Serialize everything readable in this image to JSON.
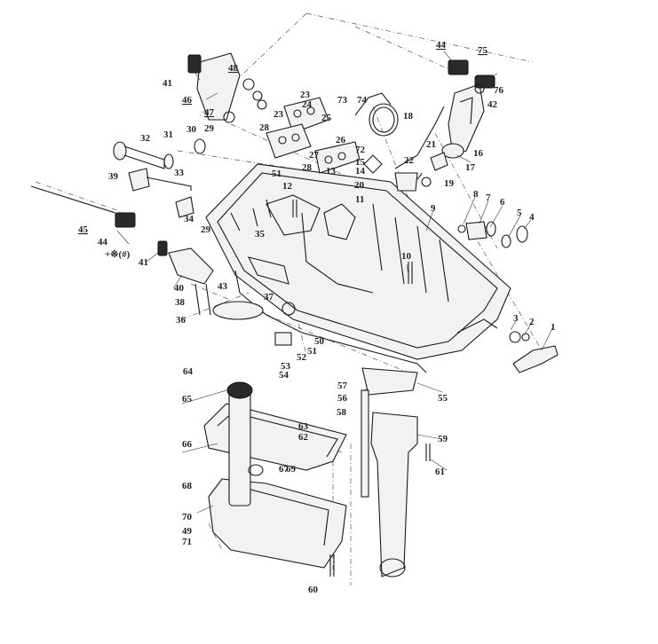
{
  "labels": [
    {
      "n": "1",
      "u": false
    },
    {
      "n": "2",
      "u": false
    },
    {
      "n": "3",
      "u": false
    },
    {
      "n": "4",
      "u": false
    },
    {
      "n": "5",
      "u": false
    },
    {
      "n": "6",
      "u": false
    },
    {
      "n": "7",
      "u": false
    },
    {
      "n": "8",
      "u": false
    },
    {
      "n": "9",
      "u": false
    },
    {
      "n": "10",
      "u": false
    },
    {
      "n": "11",
      "u": false
    },
    {
      "n": "12",
      "u": false
    },
    {
      "n": "13",
      "u": false
    },
    {
      "n": "14",
      "u": false
    },
    {
      "n": "15",
      "u": false
    },
    {
      "n": "16",
      "u": false
    },
    {
      "n": "17",
      "u": false
    },
    {
      "n": "18",
      "u": false
    },
    {
      "n": "19",
      "u": false
    },
    {
      "n": "20",
      "u": false
    },
    {
      "n": "21",
      "u": false
    },
    {
      "n": "22",
      "u": false
    },
    {
      "n": "23",
      "u": false
    },
    {
      "n": "23",
      "u": false
    },
    {
      "n": "24",
      "u": false
    },
    {
      "n": "25",
      "u": false
    },
    {
      "n": "26",
      "u": false
    },
    {
      "n": "27",
      "u": false
    },
    {
      "n": "28",
      "u": false
    },
    {
      "n": "28",
      "u": false
    },
    {
      "n": "29",
      "u": false
    },
    {
      "n": "29",
      "u": false
    },
    {
      "n": "30",
      "u": false
    },
    {
      "n": "31",
      "u": false
    },
    {
      "n": "32",
      "u": false
    },
    {
      "n": "33",
      "u": false
    },
    {
      "n": "34",
      "u": false
    },
    {
      "n": "35",
      "u": false
    },
    {
      "n": "36",
      "u": false
    },
    {
      "n": "37",
      "u": false
    },
    {
      "n": "38",
      "u": false
    },
    {
      "n": "39",
      "u": false
    },
    {
      "n": "40",
      "u": false
    },
    {
      "n": "41",
      "u": false
    },
    {
      "n": "41",
      "u": false
    },
    {
      "n": "42",
      "u": false
    },
    {
      "n": "43",
      "u": false
    },
    {
      "n": "44",
      "u": true
    },
    {
      "n": "44",
      "u": false
    },
    {
      "n": "45",
      "u": true
    },
    {
      "n": "46",
      "u": true
    },
    {
      "n": "47",
      "u": true
    },
    {
      "n": "48",
      "u": true
    },
    {
      "n": "49",
      "u": false
    },
    {
      "n": "50",
      "u": false
    },
    {
      "n": "51",
      "u": false
    },
    {
      "n": "51",
      "u": false
    },
    {
      "n": "52",
      "u": false
    },
    {
      "n": "53",
      "u": false
    },
    {
      "n": "54",
      "u": false
    },
    {
      "n": "55",
      "u": false
    },
    {
      "n": "56",
      "u": false
    },
    {
      "n": "57",
      "u": false
    },
    {
      "n": "58",
      "u": false
    },
    {
      "n": "59",
      "u": false
    },
    {
      "n": "60",
      "u": false
    },
    {
      "n": "61",
      "u": false
    },
    {
      "n": "62",
      "u": false
    },
    {
      "n": "63",
      "u": false
    },
    {
      "n": "64",
      "u": false
    },
    {
      "n": "65",
      "u": false
    },
    {
      "n": "66",
      "u": false
    },
    {
      "n": "67",
      "u": false
    },
    {
      "n": "68",
      "u": false
    },
    {
      "n": "69",
      "u": false
    },
    {
      "n": "70",
      "u": false
    },
    {
      "n": "71",
      "u": false
    },
    {
      "n": "72",
      "u": false
    },
    {
      "n": "73",
      "u": false
    },
    {
      "n": "74",
      "u": false
    },
    {
      "n": "75",
      "u": true
    },
    {
      "n": "76",
      "u": false
    }
  ],
  "note_44": "+※(#)"
}
